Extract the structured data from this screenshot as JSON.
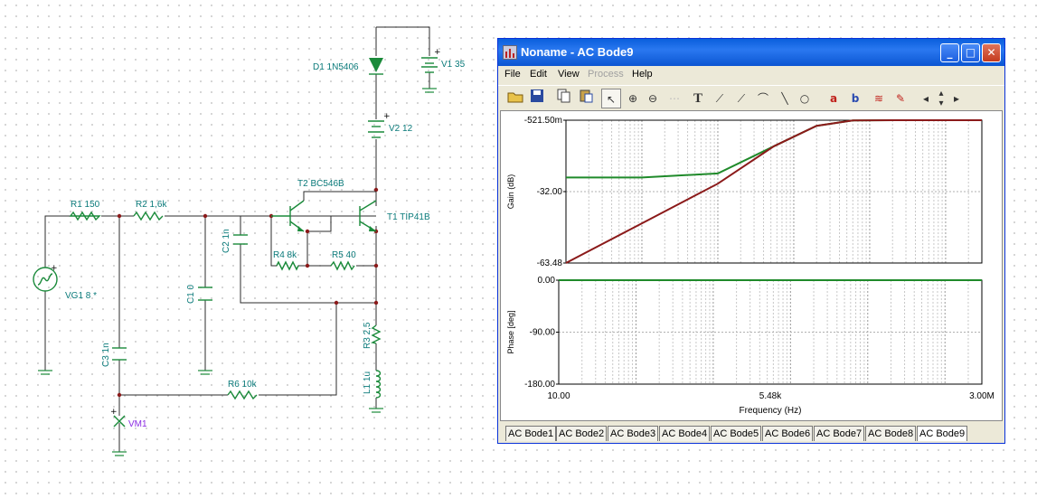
{
  "schematic": {
    "components": {
      "r1": "R1 150",
      "r2": "R2 1,6k",
      "c2": "C2 1n",
      "c1": "C1 0",
      "c3": "C3 1n",
      "vg1": "VG1 8 *",
      "t2": "T2 BC546B",
      "t1": "T1 TIP41B",
      "r4": "R4 8k",
      "r5": "R5 40",
      "d1": "D1 1N5406",
      "v1": "V1 35",
      "v2": "V2 12",
      "r3": "R3 2,5",
      "l1": "L1 1u",
      "r6": "R6 10k",
      "vm1": "VM1"
    }
  },
  "window": {
    "title": "Noname - AC Bode9",
    "menu": [
      "File",
      "Edit",
      "View",
      "Process",
      "Help"
    ],
    "menu_disabled": [
      "Process"
    ],
    "toolbar_icons": [
      "open-icon",
      "save-icon",
      "copy-icon",
      "paste-icon",
      "grid-icon",
      "pointer-icon",
      "zoom-in-icon",
      "zoom-100-icon",
      "grid-icon",
      "text-icon",
      "tangent-icon",
      "tangent2-icon",
      "curve-icon",
      "line-icon",
      "circle-icon",
      "cursor-a-icon",
      "cursor-b-icon",
      "smooth-icon",
      "picker-icon",
      "scroll-left-icon",
      "scroll-updown-icon",
      "scroll-right-icon"
    ],
    "tabs": [
      "AC Bode1",
      "AC Bode2",
      "AC Bode3",
      "AC Bode4",
      "AC Bode5",
      "AC Bode6",
      "AC Bode7",
      "AC Bode8",
      "AC Bode9"
    ],
    "active_tab": "AC Bode9"
  },
  "chart_data": [
    {
      "type": "line",
      "ylabel": "Gain (dB)",
      "x_scale": "log",
      "xlim": [
        10,
        3000000
      ],
      "ylim": [
        -63.48,
        -0.5215
      ],
      "y_ticks": [
        "-521.50m",
        "-32.00",
        "-63.48"
      ],
      "series": [
        {
          "color": "#1f8a2a",
          "x": [
            10,
            100,
            1000,
            5480,
            20000,
            60000,
            200000,
            3000000
          ],
          "values": [
            -25.8,
            -25.8,
            -24.0,
            -12.0,
            -3.0,
            -0.6,
            -0.52,
            -0.52
          ]
        },
        {
          "color": "#8b1a1a",
          "x": [
            10,
            100,
            1000,
            5480,
            20000,
            60000,
            200000,
            3000000
          ],
          "values": [
            -63.48,
            -46.0,
            -28.5,
            -12.0,
            -3.0,
            -0.6,
            -0.52,
            -0.52
          ]
        }
      ]
    },
    {
      "type": "line",
      "ylabel": "Phase [deg]",
      "xlabel": "Frequency (Hz)",
      "x_scale": "log",
      "xlim": [
        10,
        3000000
      ],
      "ylim": [
        -180,
        0
      ],
      "y_ticks": [
        "0.00",
        "-90.00",
        "-180.00"
      ],
      "x_ticks": [
        "10.00",
        "5.48k",
        "3.00M"
      ],
      "series": [
        {
          "color": "#1f8a2a",
          "x": [
            10,
            3000000
          ],
          "values": [
            0,
            0
          ]
        }
      ]
    }
  ]
}
